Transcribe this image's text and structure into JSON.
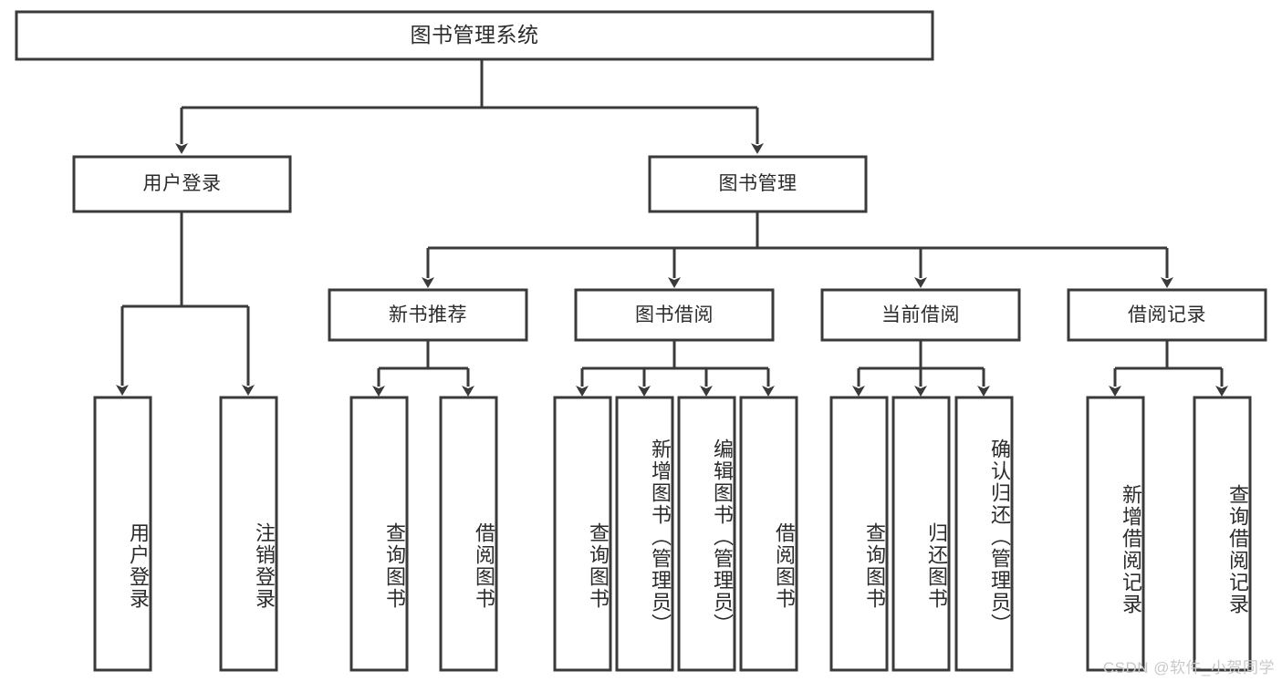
{
  "diagram": {
    "type": "hierarchy-tree",
    "title": "图书管理系统",
    "colors": {
      "stroke": "#3a3a3a",
      "box_fill": "#ffffff",
      "text": "#2b2b2b",
      "background": "#ffffff",
      "watermark": "#c9c9c9"
    },
    "root": {
      "label": "图书管理系统"
    },
    "level2": [
      {
        "label": "用户登录"
      },
      {
        "label": "图书管理"
      }
    ],
    "level3": [
      {
        "label": "新书推荐"
      },
      {
        "label": "图书借阅"
      },
      {
        "label": "当前借阅"
      },
      {
        "label": "借阅记录"
      }
    ],
    "leaves": {
      "user_login": [
        {
          "label": "用户登录"
        },
        {
          "label": "注销登录"
        }
      ],
      "new_book_recommend": [
        {
          "label": "查询图书"
        },
        {
          "label": "借阅图书"
        }
      ],
      "book_borrow": [
        {
          "label": "查询图书"
        },
        {
          "label": "新增图书（管理员）"
        },
        {
          "label": "编辑图书（管理员）"
        },
        {
          "label": "借阅图书"
        }
      ],
      "current_borrow": [
        {
          "label": "查询图书"
        },
        {
          "label": "归还图书"
        },
        {
          "label": "确认归还（管理员）"
        }
      ],
      "borrow_record": [
        {
          "label": "新增借阅记录"
        },
        {
          "label": "查询借阅记录"
        }
      ]
    }
  },
  "watermark": {
    "text": "CSDN @软件_小贺同学"
  }
}
